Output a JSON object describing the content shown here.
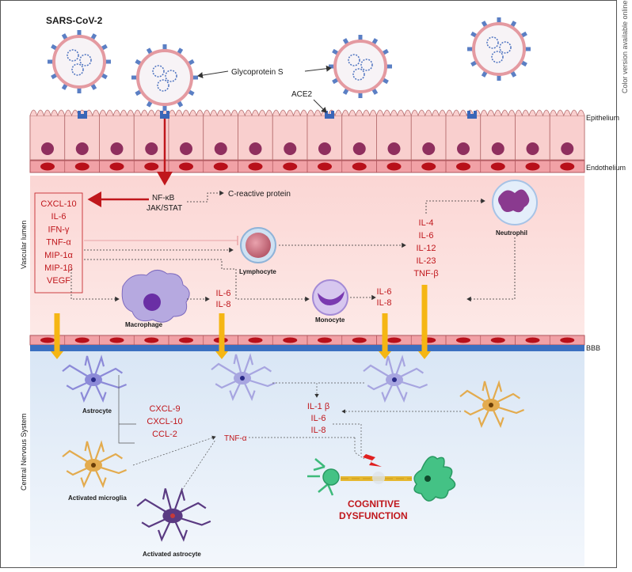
{
  "side_note": "Color version available online",
  "virus_title": "SARS-CoV-2",
  "glycoprotein_label": "Glycoprotein S",
  "ace2_label": "ACE2",
  "layers": {
    "epithelium": "Epithelium",
    "endothelium": "Endothelium",
    "bbb": "BBB",
    "vascular_lumen": "Vascular lumen",
    "cns": "Central Nervous System"
  },
  "signaling": [
    "NF-κB",
    "JAK/STAT"
  ],
  "crp_label": "C-reactive protein",
  "cytokines_box": [
    "CXCL-10",
    "IL-6",
    "IFN-γ",
    "TNF-α",
    "MIP-1α",
    "MIP-1β",
    "VEGF"
  ],
  "cells": {
    "lymphocyte": "Lymphocyte",
    "neutrophil": "Neutrophil",
    "macrophage": "Macrophage",
    "monocyte": "Monocyte",
    "astrocyte": "Astrocyte",
    "activated_microglia": "Activated microglia",
    "activated_astrocyte": "Activated astrocyte"
  },
  "lymph_cytokines": [
    "IL-4",
    "IL-6",
    "IL-12",
    "IL-23",
    "TNF-β"
  ],
  "macro_cytokines": [
    "IL-6",
    "IL-8"
  ],
  "mono_cytokines": [
    "IL-6",
    "IL-8"
  ],
  "cns_chemokines": [
    "CXCL-9",
    "CXCL-10",
    "CCL-2"
  ],
  "cns_il": [
    "IL-1 β",
    "IL-6",
    "IL-8"
  ],
  "cns_tnf": "TNF-α",
  "outcome": [
    "COGNITIVE",
    "DYSFUNCTION"
  ],
  "colors": {
    "lumen": "#fde3e1",
    "epithelium": "#f8c9c8",
    "endothelium": "#f4a3a7",
    "bbb": "#3b6fc0",
    "cns": "#e6eef8",
    "accent_red": "#c0171c",
    "arrow_yellow": "#f5b614"
  }
}
